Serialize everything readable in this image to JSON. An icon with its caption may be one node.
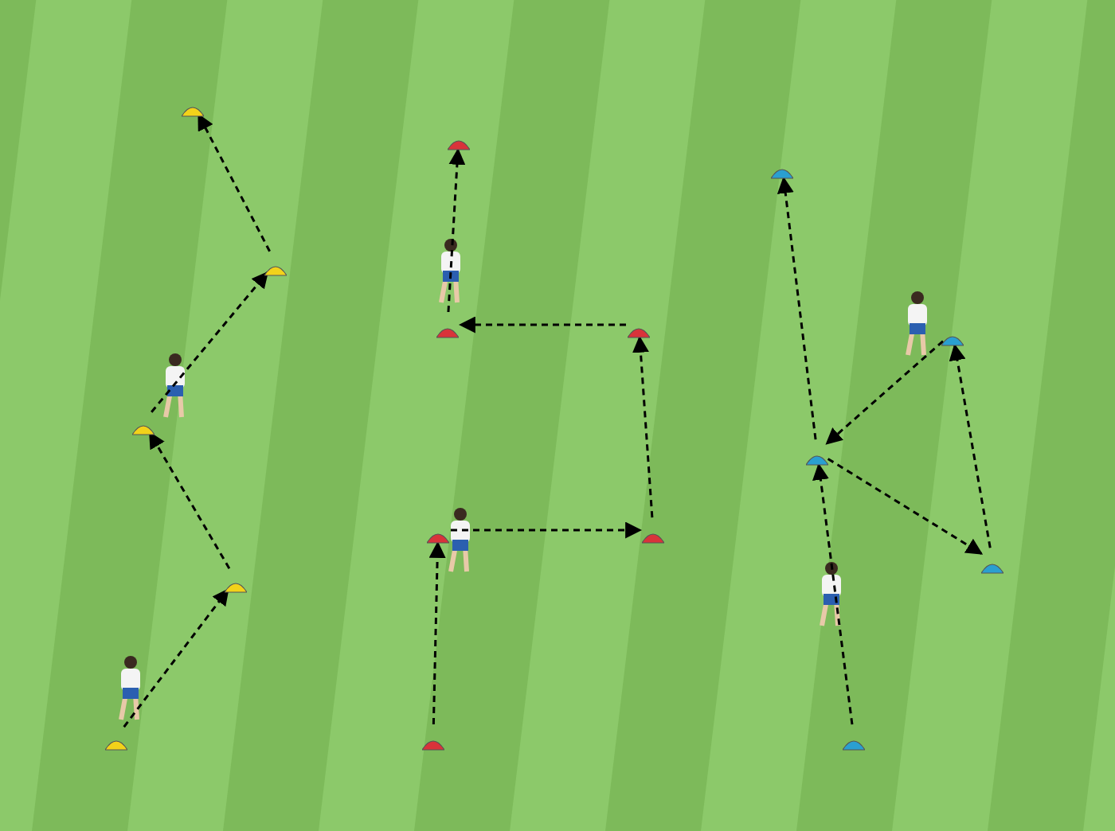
{
  "diagram": {
    "nodes": [
      {
        "text": [],
        "shape": "cone"
      },
      {
        "text": [],
        "shape": "cone"
      },
      {
        "text": [],
        "shape": "cone"
      },
      {
        "text": [],
        "shape": "cone"
      },
      {
        "text": [],
        "shape": "cone"
      },
      {
        "text": [],
        "shape": "cone"
      },
      {
        "text": [],
        "shape": "cone"
      },
      {
        "text": [],
        "shape": "cone"
      },
      {
        "text": [],
        "shape": "cone"
      },
      {
        "text": [],
        "shape": "cone"
      },
      {
        "text": [],
        "shape": "cone"
      },
      {
        "text": [],
        "shape": "cone"
      },
      {
        "text": [],
        "shape": "cone"
      },
      {
        "text": [],
        "shape": "cone"
      },
      {
        "text": [],
        "shape": "cone"
      },
      {
        "text": [],
        "shape": "cone"
      }
    ],
    "edges": [
      {
        "from": 0,
        "to": 1,
        "arrow": "to",
        "style": "dashed"
      },
      {
        "from": 1,
        "to": 2,
        "arrow": "to",
        "style": "dashed"
      },
      {
        "from": 2,
        "to": 3,
        "arrow": "to",
        "style": "dashed"
      },
      {
        "from": 3,
        "to": 4,
        "arrow": "to",
        "style": "dashed"
      },
      {
        "from": 5,
        "to": 6,
        "arrow": "to",
        "style": "dashed"
      },
      {
        "from": 6,
        "to": 7,
        "arrow": "to",
        "style": "dashed"
      },
      {
        "from": 7,
        "to": 8,
        "arrow": "to",
        "style": "dashed"
      },
      {
        "from": 8,
        "to": 9,
        "arrow": "to",
        "style": "dashed"
      },
      {
        "from": 9,
        "to": 10,
        "arrow": "to",
        "style": "dashed"
      },
      {
        "from": 11,
        "to": 12,
        "arrow": "to",
        "style": "dashed"
      },
      {
        "from": 12,
        "to": 13,
        "arrow": "to",
        "style": "dashed"
      },
      {
        "from": 13,
        "to": 14,
        "arrow": "to",
        "style": "dashed"
      },
      {
        "from": 14,
        "to": 12,
        "arrow": "to",
        "style": "dashed"
      },
      {
        "from": 12,
        "to": 15,
        "arrow": "to",
        "style": "dashed"
      }
    ]
  }
}
